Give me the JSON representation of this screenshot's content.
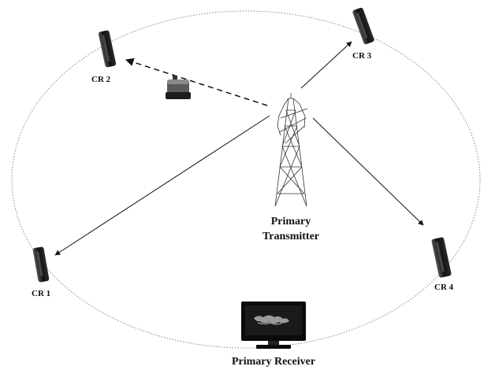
{
  "nodes": {
    "cr1": {
      "label": "CR 1",
      "icon": "phone-icon"
    },
    "cr2": {
      "label": "CR 2",
      "icon": "phone-icon"
    },
    "cr3": {
      "label": "CR 3",
      "icon": "phone-icon"
    },
    "cr4": {
      "label": "CR 4",
      "icon": "phone-icon"
    },
    "transmitter": {
      "line1": "Primary",
      "line2": "Transmitter",
      "icon": "tower-icon"
    },
    "receiver": {
      "label": "Primary Receiver",
      "icon": "monitor-icon"
    },
    "jammer": {
      "icon": "router-icon"
    }
  },
  "colors": {
    "ink": "#111111",
    "boundary": "#8a8a8a",
    "background": "#ffffff"
  }
}
